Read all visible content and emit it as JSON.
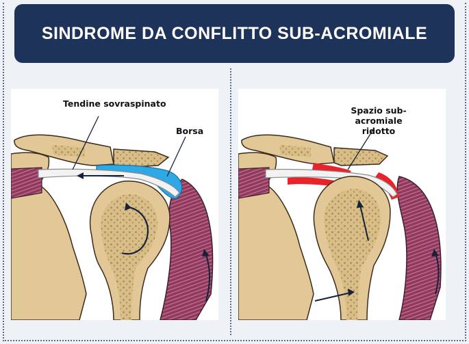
{
  "header": {
    "title": "SINDROME DA CONFLITTO SUB-ACROMIALE"
  },
  "left_panel": {
    "labels": {
      "tendon": "Tendine sovraspinato",
      "bursa": "Borsa"
    }
  },
  "right_panel": {
    "labels": {
      "space_line1": "Spazio sub-acromiale",
      "space_line2": "ridotto"
    }
  },
  "colors": {
    "header_bg": "#1d3359",
    "bone": "#e1c896",
    "bursa": "#2ea9e6",
    "impingement": "#e8232a",
    "muscle": "#8d3a5c"
  }
}
